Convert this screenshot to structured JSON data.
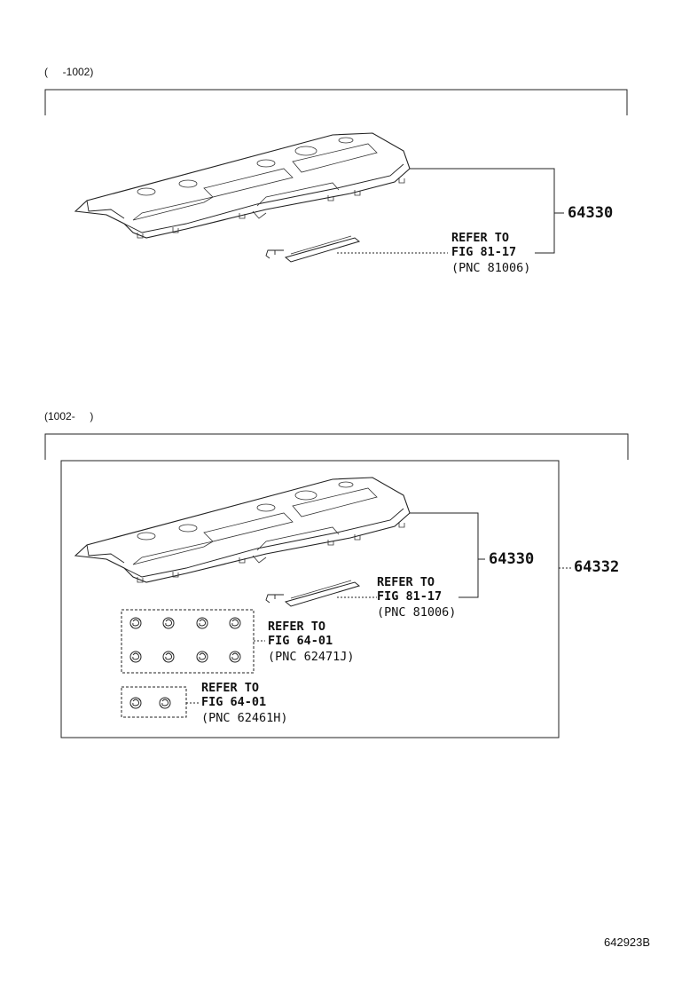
{
  "section_top": {
    "range_label": "(     -1002)",
    "part_number": "64330",
    "refer": {
      "line1": "REFER TO",
      "line2": "FIG 81-17",
      "line3": "(PNC 81006)"
    }
  },
  "section_bottom": {
    "range_label": "(1002-     )",
    "part_number": "64330",
    "assembly_number": "64332",
    "refer_a": {
      "line1": "REFER TO",
      "line2": "FIG 81-17",
      "line3": "(PNC 81006)"
    },
    "refer_b": {
      "line1": "REFER TO",
      "line2": "FIG 64-01",
      "line3": "(PNC 62471J)"
    },
    "refer_c": {
      "line1": "REFER TO",
      "line2": "FIG 64-01",
      "line3": "(PNC 62461H)"
    }
  },
  "figure_code": "642923B"
}
